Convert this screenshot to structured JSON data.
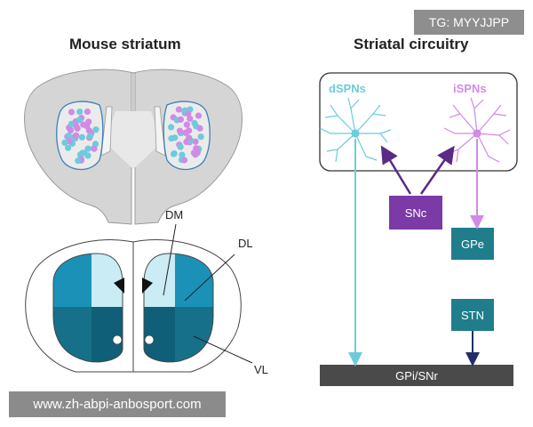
{
  "left_panel": {
    "title": "Mouse striatum",
    "labels": {
      "dm": "DM",
      "dl": "DL",
      "vl": "VL"
    }
  },
  "right_panel": {
    "title": "Striatal circuitry",
    "neurons": {
      "dspn": "dSPNs",
      "ispn": "iSPNs"
    },
    "nodes": {
      "snc": "SNc",
      "gpe": "GPe",
      "stn": "STN",
      "gpi_snr": "GPi/SNr"
    }
  },
  "tag": "TG: MYYJJPP",
  "watermark": "www.zh-abpi-anbosport.com",
  "colors": {
    "dspn": "#6ccbdc",
    "ispn": "#d18ae6",
    "snc": "#7c3aa6",
    "teal_box": "#1f7d8c",
    "output_bar": "#4a4a4a",
    "quad_light": "#c9ecf5",
    "quad_mid": "#1c91b8",
    "quad_dark": "#16708a",
    "quad_darker": "#0e5f77"
  },
  "icons": [
    "dspn-neuron-icon",
    "ispn-neuron-icon"
  ]
}
